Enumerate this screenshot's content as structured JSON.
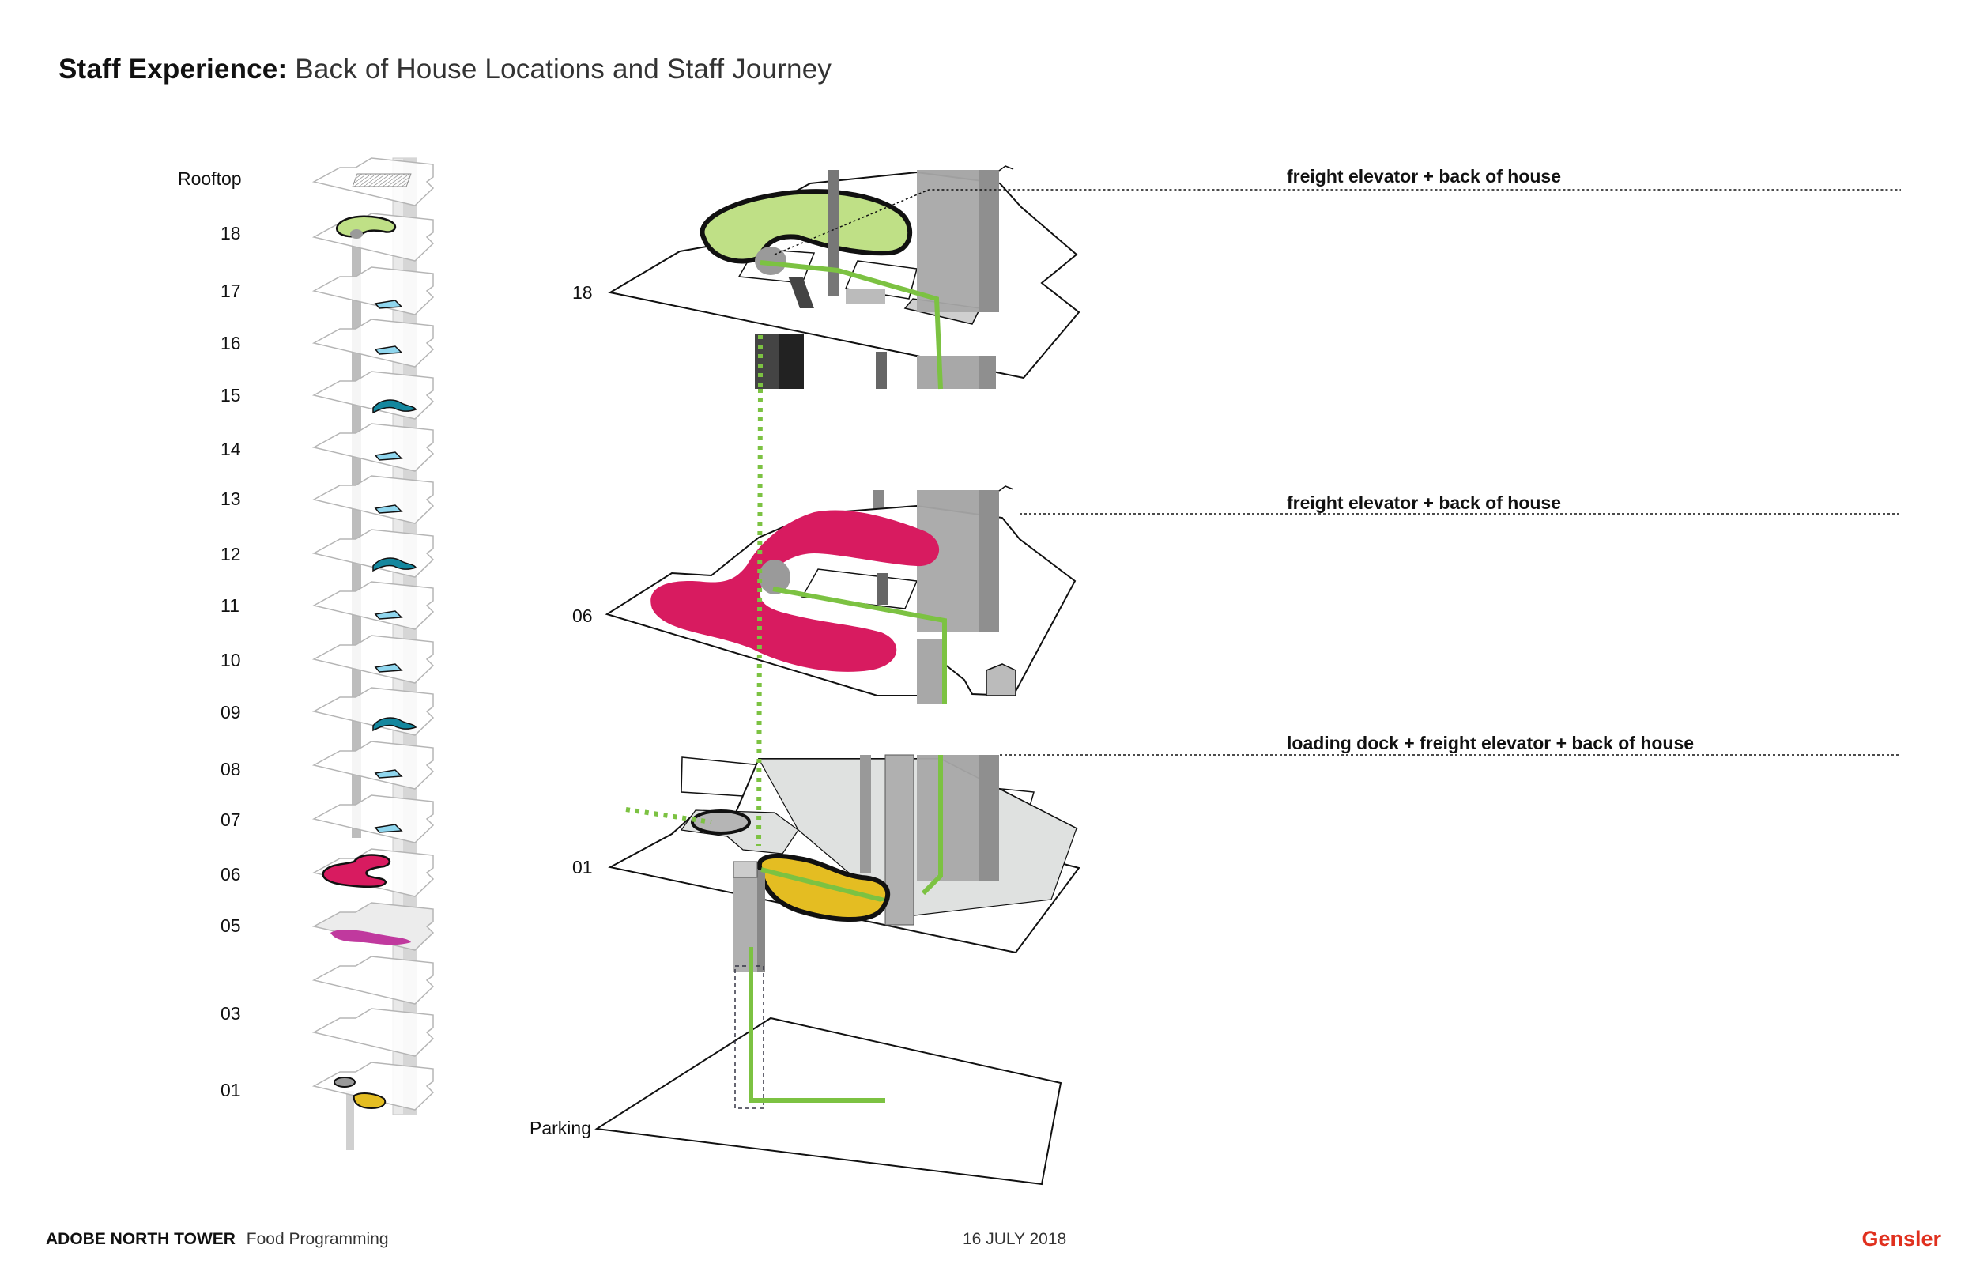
{
  "header": {
    "title_bold": "Staff Experience:",
    "title_light": "Back of House Locations and Staff Journey"
  },
  "stack": {
    "floors": [
      "Rooftop",
      "18",
      "17",
      "16",
      "15",
      "14",
      "13",
      "12",
      "11",
      "10",
      "09",
      "08",
      "07",
      "06",
      "05",
      "03",
      "01"
    ]
  },
  "detail": {
    "levels": [
      "18",
      "06",
      "01",
      "Parking"
    ],
    "callouts": [
      "freight elevator + back of house",
      "freight elevator + back of house",
      "loading dock + freight elevator + back of house"
    ]
  },
  "colors": {
    "green_zone": "#bfe086",
    "magenta_zone": "#d81b60",
    "teal_zone": "#14879e",
    "light_blue_zone": "#8fd6ee",
    "purple_zone": "#c0399e",
    "yellow_zone": "#e4bd22",
    "journey_line": "#7cc242",
    "brand_red": "#e0301e"
  },
  "footer": {
    "project_bold": "ADOBE NORTH TOWER",
    "project_light": "Food Programming",
    "date": "16 JULY 2018",
    "brand": "Gensler"
  }
}
